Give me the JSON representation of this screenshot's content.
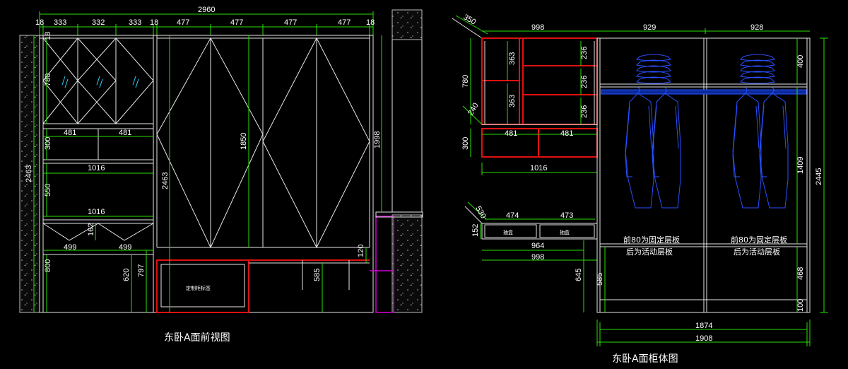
{
  "front_view": {
    "title": "东卧A面前视图",
    "overall_width": "2960",
    "top_widths": [
      "18",
      "333",
      "332",
      "333",
      "18",
      "477",
      "477",
      "477",
      "477",
      "18"
    ],
    "left_height": "2463",
    "mid_height": "2463",
    "center_height": "1850",
    "right_height": "1998",
    "upper_glass_height": "780",
    "upper_top_gap": "18",
    "drawer_widths": [
      "481",
      "481"
    ],
    "drawer_height": "300",
    "shelf_width_1": "1016",
    "open_height": "550",
    "shelf_width_2": "1016",
    "lower_drawer_height": "162",
    "lower_widths": [
      "499",
      "499"
    ],
    "lower_height": "800",
    "lower_620": "620",
    "lower_797": "797",
    "bench_585": "585",
    "bench_120": "120",
    "bench_text": "定制柜标签"
  },
  "cabinet_view": {
    "title": "东卧A面柜体图",
    "left_angle": "350",
    "left_upper_width": "998",
    "right_widths": [
      "929",
      "928"
    ],
    "left_shelf_heights": [
      "236",
      "236",
      "236"
    ],
    "left_inner_heights": [
      "363",
      "363"
    ],
    "left_upper_height": "780",
    "left_240": "240",
    "left_drawer_widths": [
      "481",
      "481"
    ],
    "left_drawer_height": "300",
    "left_lower_width": "1016",
    "drawer_box_angle": "530",
    "drawer_box_widths": [
      "474",
      "473"
    ],
    "drawer_box_height": "152",
    "drawer_box_labels": [
      "抽盒",
      "抽盒"
    ],
    "desk_width_1": "964",
    "desk_width_2": "998",
    "desk_height": "645",
    "right_top_height": "400",
    "right_hang_height": "1409",
    "right_lower_height": "468",
    "right_base_height": "100",
    "right_585": "585",
    "total_height": "2445",
    "bottom_widths": [
      "1874",
      "1908"
    ],
    "notes": [
      {
        "line1": "前80为固定层板",
        "line2": "后为活动层板"
      },
      {
        "line1": "前80为固定层板",
        "line2": "后为活动层板"
      }
    ]
  },
  "colors": {
    "dimension": "#28e000",
    "outline": "#e6e6e6",
    "red_frame": "#e01010",
    "hanger": "#2a4fff",
    "glass": "#2ad4ff",
    "magenta": "#d400d4"
  }
}
